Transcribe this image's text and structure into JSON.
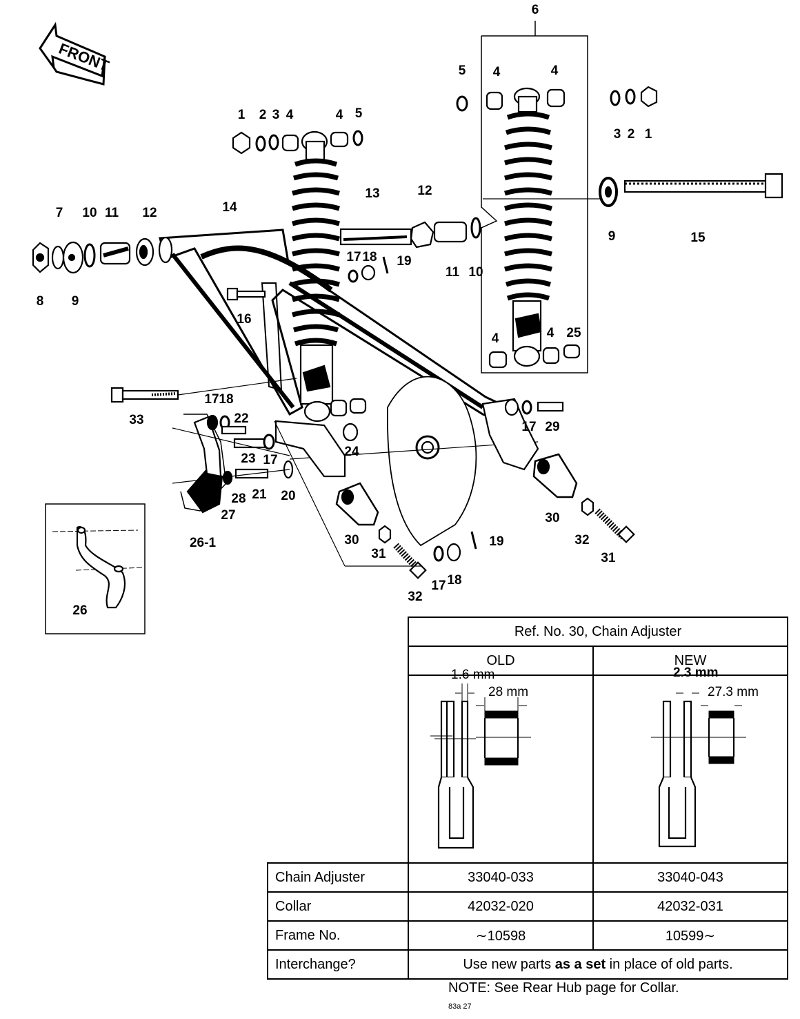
{
  "front_label": "FRONT",
  "callouts": [
    "6",
    "5",
    "4",
    "4",
    "3",
    "2",
    "1",
    "1",
    "2",
    "3",
    "4",
    "4",
    "5",
    "13",
    "12",
    "14",
    "7",
    "10",
    "11",
    "12",
    "9",
    "15",
    "8",
    "9",
    "17",
    "18",
    "19",
    "11",
    "10",
    "16",
    "4",
    "4",
    "25",
    "33",
    "17",
    "18",
    "22",
    "23",
    "17",
    "24",
    "29",
    "17",
    "21",
    "20",
    "28",
    "27",
    "26-1",
    "30",
    "30",
    "31",
    "32",
    "31",
    "32",
    "17",
    "18",
    "19",
    "26"
  ],
  "table": {
    "title": "Ref. No. 30, Chain Adjuster",
    "col_old": "OLD",
    "col_new": "NEW",
    "old_dims": [
      "1.6 mm",
      "28 mm"
    ],
    "new_dims": [
      "2.3 mm",
      "27.3 mm"
    ],
    "rows": [
      {
        "label": "Chain Adjuster",
        "old": "33040-033",
        "new": "33040-043"
      },
      {
        "label": "Collar",
        "old": "42032-020",
        "new": "42032-031"
      },
      {
        "label": "Frame No.",
        "old": "∼10598",
        "new": "10599∼"
      }
    ],
    "interchange_label": "Interchange?",
    "interchange_pre": "Use new parts ",
    "interchange_bold": "as a set",
    "interchange_post": " in place of old parts."
  },
  "note": "NOTE: See Rear Hub page for Collar.",
  "page_code": "83a 27"
}
